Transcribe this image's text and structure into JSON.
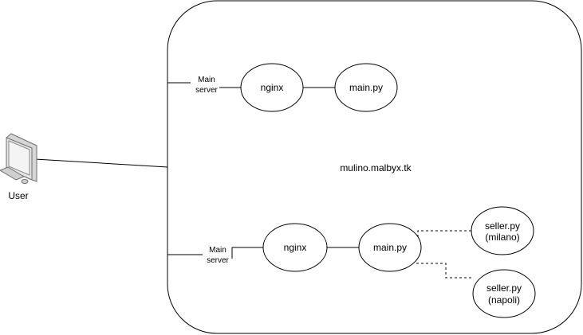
{
  "user": {
    "label": "User",
    "icon": "desktop-computer-icon"
  },
  "container": {
    "label": "mulino.malbyx.tk"
  },
  "top_group": {
    "port_label_line1": "Main",
    "port_label_line2": "server",
    "nginx": "nginx",
    "main": "main.py"
  },
  "bottom_group": {
    "port_label_line1": "Main",
    "port_label_line2": "server",
    "nginx": "nginx",
    "main": "main.py",
    "seller1_line1": "seller.py",
    "seller1_line2": "(milano)",
    "seller2_line1": "seller.py",
    "seller2_line2": "(napoli)"
  }
}
